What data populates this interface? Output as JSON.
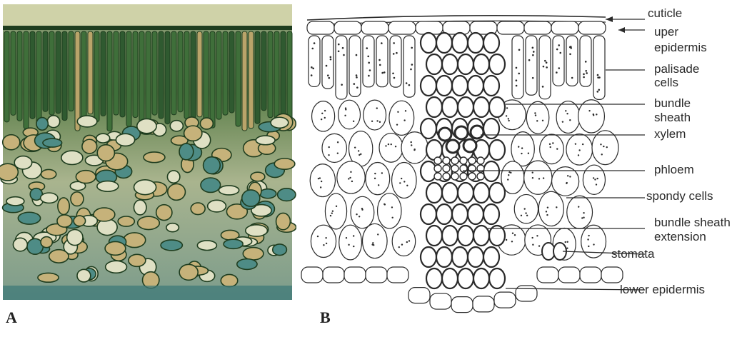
{
  "panels": {
    "a": {
      "letter": "A"
    },
    "b": {
      "letter": "B"
    }
  },
  "labels": {
    "cuticle": "cuticle",
    "upper_epidermis_1": "uper",
    "upper_epidermis_2": "epidermis",
    "palisade_1": "palisade",
    "palisade_2": "cells",
    "bundle_sheath_1": "bundle",
    "bundle_sheath_2": "sheath",
    "xylem": "xylem",
    "phloem": "phloem",
    "spongy": "spondy cells",
    "bundle_sheath_ext_1": "bundle sheath",
    "bundle_sheath_ext_2": "extension",
    "stomata": "stomata",
    "lower_epidermis": "lower epidermis"
  },
  "colors": {
    "micro_green": "#3f6f3a",
    "micro_dark": "#1f3d1f",
    "micro_tan": "#c6b27a",
    "micro_teal": "#4e8c86",
    "ink": "#2a2a2a"
  }
}
